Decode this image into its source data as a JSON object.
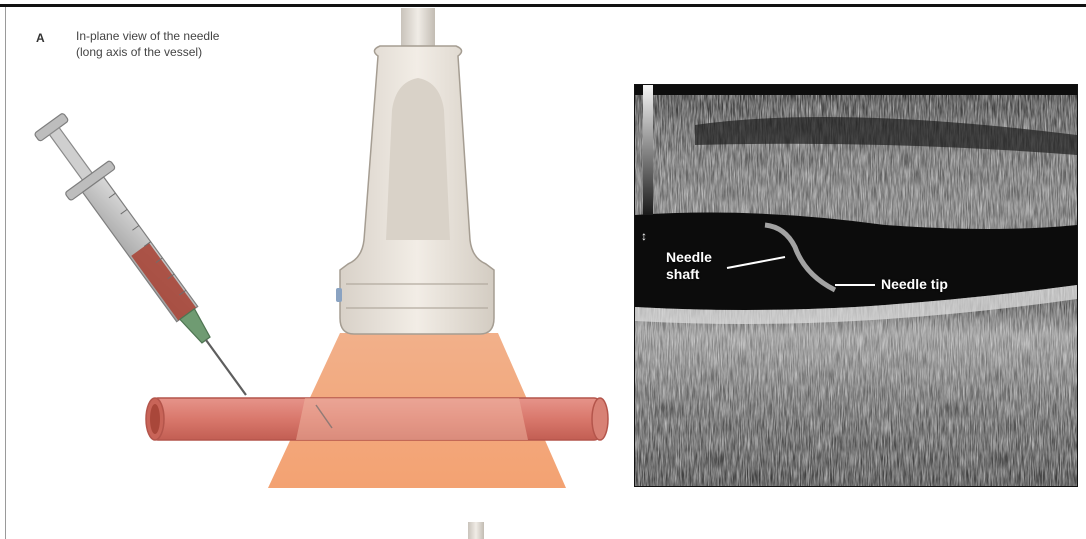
{
  "panel": {
    "letter": "A",
    "caption_line1": "In-plane view of the needle",
    "caption_line2": "(long axis of the vessel)"
  },
  "ultrasound": {
    "label_shaft_line1": "Needle",
    "label_shaft_line2": "shaft",
    "label_tip": "Needle tip",
    "depth_marker": "↕"
  },
  "colors": {
    "vessel": "#d9786c",
    "beam": "#f2a77a",
    "probe": "#eae4dc",
    "syringe_blood": "#a9473a",
    "needle_hub": "#6f9b72"
  }
}
